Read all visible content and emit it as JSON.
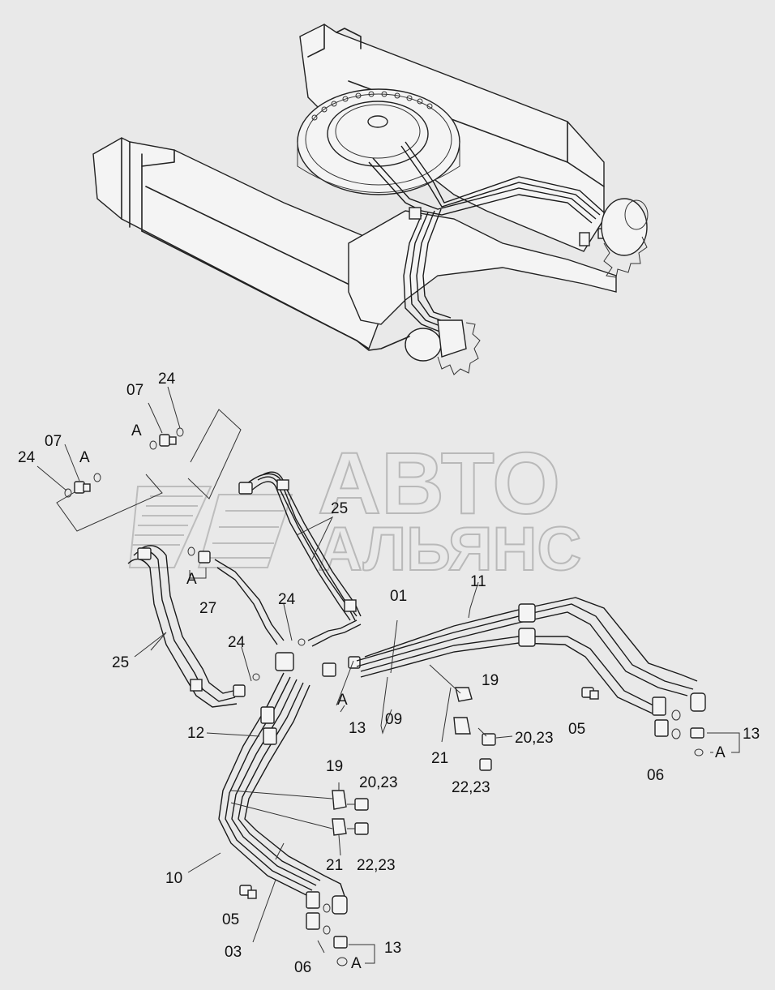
{
  "watermark": {
    "line1": "АВТО",
    "line2": "АЛЬЯНС"
  },
  "labels": [
    {
      "id": "07a",
      "text": "07"
    },
    {
      "id": "24a",
      "text": "24"
    },
    {
      "id": "Aa",
      "text": "A"
    },
    {
      "id": "07b",
      "text": "07"
    },
    {
      "id": "Ab",
      "text": "A"
    },
    {
      "id": "24b",
      "text": "24"
    },
    {
      "id": "25a",
      "text": "25"
    },
    {
      "id": "Ac",
      "text": "A"
    },
    {
      "id": "27",
      "text": "27"
    },
    {
      "id": "25b",
      "text": "25"
    },
    {
      "id": "24c",
      "text": "24"
    },
    {
      "id": "24d",
      "text": "24"
    },
    {
      "id": "01",
      "text": "01"
    },
    {
      "id": "11",
      "text": "11"
    },
    {
      "id": "Ad",
      "text": "A"
    },
    {
      "id": "13a",
      "text": "13"
    },
    {
      "id": "09",
      "text": "09"
    },
    {
      "id": "19a",
      "text": "19"
    },
    {
      "id": "20_23a",
      "text": "20,23"
    },
    {
      "id": "21a",
      "text": "21"
    },
    {
      "id": "22_23a",
      "text": "22,23"
    },
    {
      "id": "05a",
      "text": "05"
    },
    {
      "id": "06a",
      "text": "06"
    },
    {
      "id": "13b",
      "text": "13"
    },
    {
      "id": "Ae",
      "text": "A"
    },
    {
      "id": "12",
      "text": "12"
    },
    {
      "id": "19b",
      "text": "19"
    },
    {
      "id": "20_23b",
      "text": "20,23"
    },
    {
      "id": "21b",
      "text": "21"
    },
    {
      "id": "22_23b",
      "text": "22,23"
    },
    {
      "id": "10",
      "text": "10"
    },
    {
      "id": "05b",
      "text": "05"
    },
    {
      "id": "03",
      "text": "03"
    },
    {
      "id": "06b",
      "text": "06"
    },
    {
      "id": "13c",
      "text": "13"
    },
    {
      "id": "Af",
      "text": "A"
    }
  ]
}
